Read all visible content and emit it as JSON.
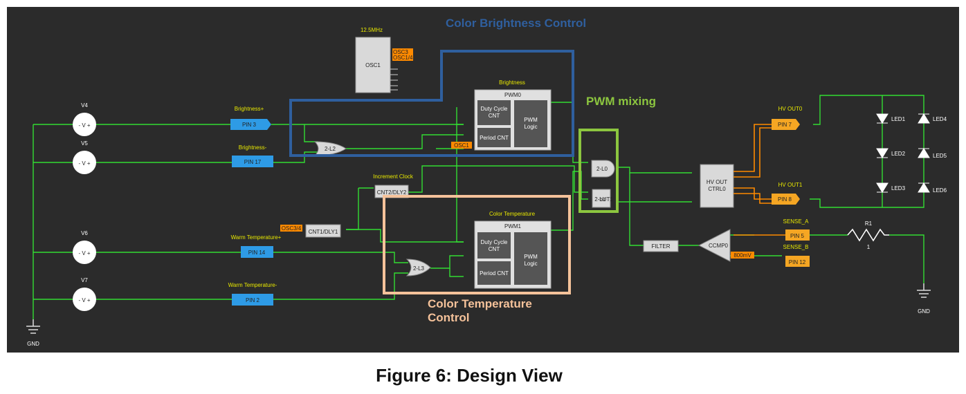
{
  "annotations": {
    "brightness_control": "Color Brightness Control",
    "pwm_mixing": "PWM mixing",
    "temp_control_line1": "Color Temperature",
    "temp_control_line2": "Control"
  },
  "caption": "Figure 6: Design View",
  "colors": {
    "background": "#2b2b2b",
    "wire_green": "#33dd33",
    "wire_orange": "#ff8a00",
    "brightness_box": "#2f5f9e",
    "temperature_box": "#f5c29a",
    "mixing_box": "#8cc63f",
    "pin_blue": "#2e9be6",
    "pin_orange": "#f5a623",
    "label_yellow": "#e8e800"
  },
  "sources": [
    {
      "name": "V4",
      "pin_label": "Brightness+",
      "pin": "PIN 3"
    },
    {
      "name": "V5",
      "pin_label": "Brightness-",
      "pin": "PIN 17"
    },
    {
      "name": "V6",
      "pin_label": "Warm Temperature+",
      "pin": "PIN 14"
    },
    {
      "name": "V7",
      "pin_label": "Warm Temperature-",
      "pin": "PIN 2"
    }
  ],
  "source_symbol": "- V +",
  "gnd_label": "GND",
  "osc": {
    "freq": "12.5MHz",
    "name": "OSC1",
    "outputs": [
      "OSC3",
      "OSC1/4"
    ],
    "tap": "OSC1",
    "tap2": "OSC3/4"
  },
  "pwm0": {
    "title": "Brightness",
    "name": "PWM0",
    "duty": [
      "Duty Cycle",
      "CNT"
    ],
    "period": "Period CNT",
    "logic": [
      "PWM",
      "Logic"
    ]
  },
  "pwm1": {
    "title": "Color Temperature",
    "name": "PWM1",
    "duty": [
      "Duty Cycle",
      "CNT"
    ],
    "period": "Period CNT",
    "logic": [
      "PWM",
      "Logic"
    ]
  },
  "gates": {
    "xor_top": "2-L2",
    "xor_bottom": "2-L3",
    "and_mix": "2-L0",
    "lut": [
      "2-bit",
      "LUT1"
    ]
  },
  "counters": {
    "inc_title": "Increment Clock",
    "cnt2": "CNT2/DLY2",
    "cnt1": "CNT1/DLY1"
  },
  "hv": {
    "name": [
      "HV OUT",
      "CTRL0"
    ],
    "out0": "HV OUT0",
    "out1": "HV OUT1",
    "pin7": "PIN 7",
    "pin8": "PIN 8"
  },
  "sense": {
    "a": "SENSE_A",
    "b": "SENSE_B",
    "pin5": "PIN 5",
    "pin12": "PIN 12",
    "filter": "FILTER",
    "ccmp": "CCMP0",
    "vref": "800mV"
  },
  "resistor": {
    "name": "R1",
    "value": "1"
  },
  "leds": [
    "LED1",
    "LED2",
    "LED3",
    "LED4",
    "LED5",
    "LED6"
  ]
}
